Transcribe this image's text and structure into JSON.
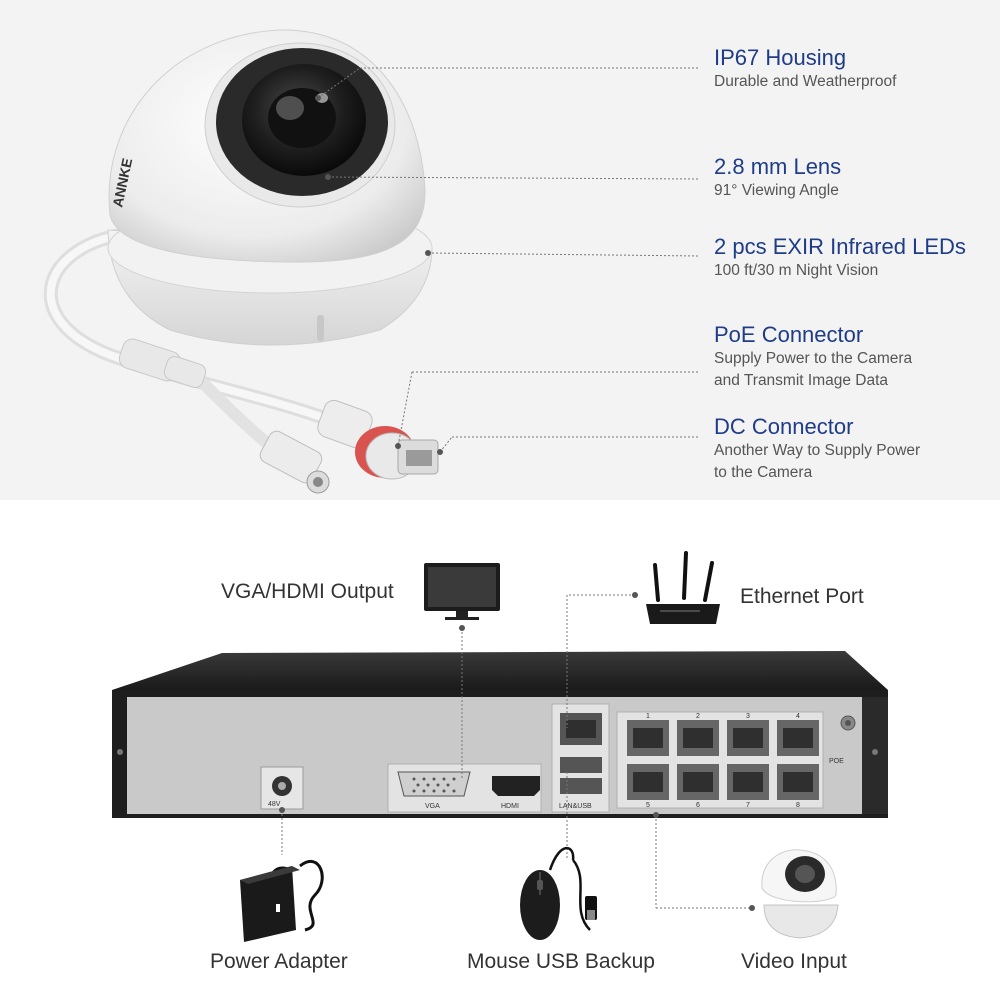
{
  "features": [
    {
      "title": "IP67 Housing",
      "desc": [
        "Durable and Weatherproof"
      ]
    },
    {
      "title": "2.8 mm Lens",
      "desc": [
        "91° Viewing Angle"
      ]
    },
    {
      "title": "2 pcs EXIR Infrared LEDs",
      "desc": [
        "100 ft/30 m Night Vision"
      ]
    },
    {
      "title": "PoE Connector",
      "desc": [
        "Supply Power to the Camera",
        "and Transmit Image Data"
      ]
    },
    {
      "title": "DC Connector",
      "desc": [
        "Another Way to Supply Power",
        "to the Camera"
      ]
    }
  ],
  "nvr_labels": {
    "vga_hdmi": "VGA/HDMI Output",
    "ethernet": "Ethernet Port",
    "power": "Power Adapter",
    "mouse": "Mouse USB Backup",
    "video": "Video Input"
  },
  "port_labels": {
    "power": "48V",
    "vga": "VGA",
    "hdmi": "HDMI",
    "lan_usb": "LAN&USB",
    "poe": "POE",
    "poe_top": [
      "1",
      "2",
      "3",
      "4"
    ],
    "poe_bottom": [
      "5",
      "6",
      "7",
      "8"
    ]
  },
  "brand": "ANNKE"
}
